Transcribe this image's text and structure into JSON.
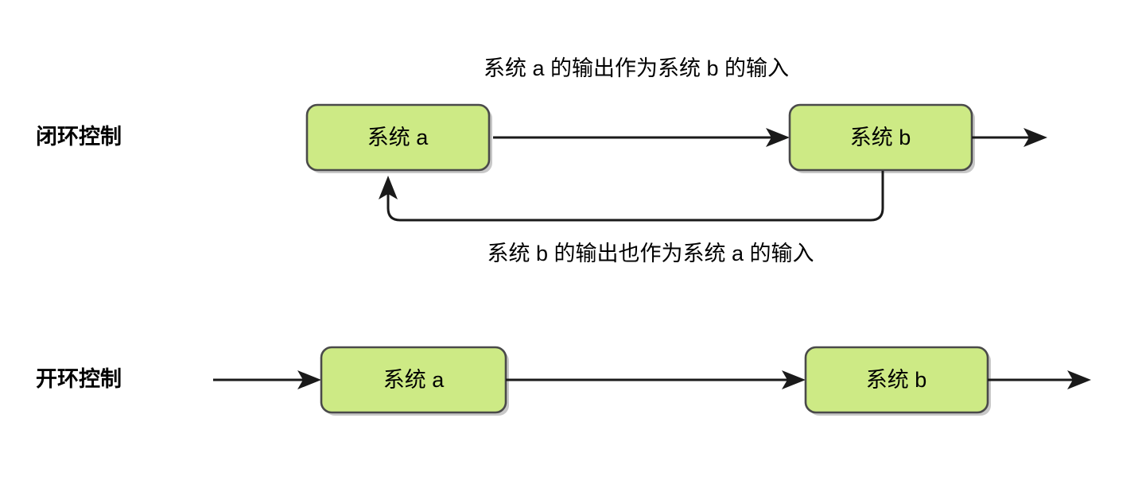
{
  "diagram": {
    "background_color": "#ffffff",
    "node_fill_color": "#cdea85",
    "node_border_color": "#4a4a4a",
    "edge_color": "#1a1a1a",
    "rows": [
      {
        "id": "closed-loop",
        "label": "闭环控制",
        "nodes": [
          {
            "id": "closed-system-a",
            "label": "系统 a"
          },
          {
            "id": "closed-system-b",
            "label": "系统 b"
          }
        ],
        "edge_labels": [
          {
            "id": "forward-label",
            "text": "系统 a 的输出作为系统 b 的输入"
          },
          {
            "id": "feedback-label",
            "text": "系统 b 的输出也作为系统 a 的输入"
          }
        ]
      },
      {
        "id": "open-loop",
        "label": "开环控制",
        "nodes": [
          {
            "id": "open-system-a",
            "label": "系统 a"
          },
          {
            "id": "open-system-b",
            "label": "系统 b"
          }
        ],
        "edge_labels": []
      }
    ]
  }
}
